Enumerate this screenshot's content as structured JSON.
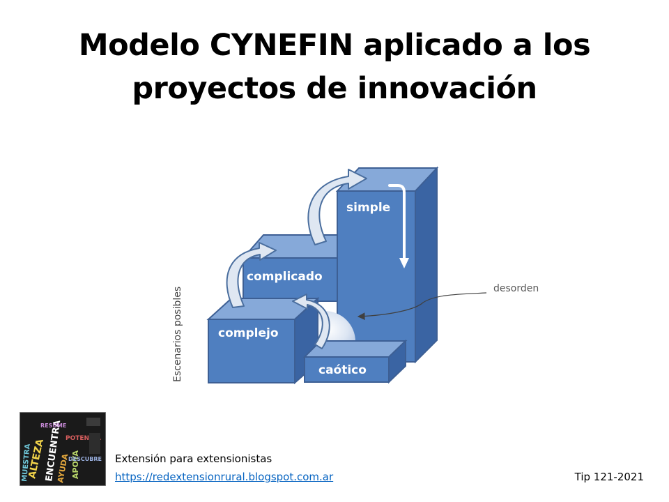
{
  "slide": {
    "title_line1": "Modelo CYNEFIN aplicado a los",
    "title_line2": "proyectos de innovación"
  },
  "diagram": {
    "y_label": "Escenarios posibles",
    "blocks": {
      "simple": "simple",
      "complicado": "complicado",
      "complejo": "complejo",
      "caotico": "caótico"
    },
    "disorder_label": "desorden",
    "colors": {
      "block_front": "#4f7fc0",
      "block_top": "#86a9d9",
      "block_side": "#3a64a3",
      "arrow_outline": "#4a6e9e",
      "arrow_fill": "#dfe7f2"
    }
  },
  "footer": {
    "text": "Extensión para extensionistas",
    "link": "https://redextensionrural.blogspot.com.ar",
    "tip": "Tip 121-2021"
  },
  "logo": {
    "icon": "word-cloud-logo-icon",
    "words": [
      "ALTEZA",
      "ENCUENTRA",
      "AYUDA",
      "MUESTRA",
      "POTENCIA",
      "APOYA",
      "RESUME",
      "DESCUBRE"
    ]
  }
}
